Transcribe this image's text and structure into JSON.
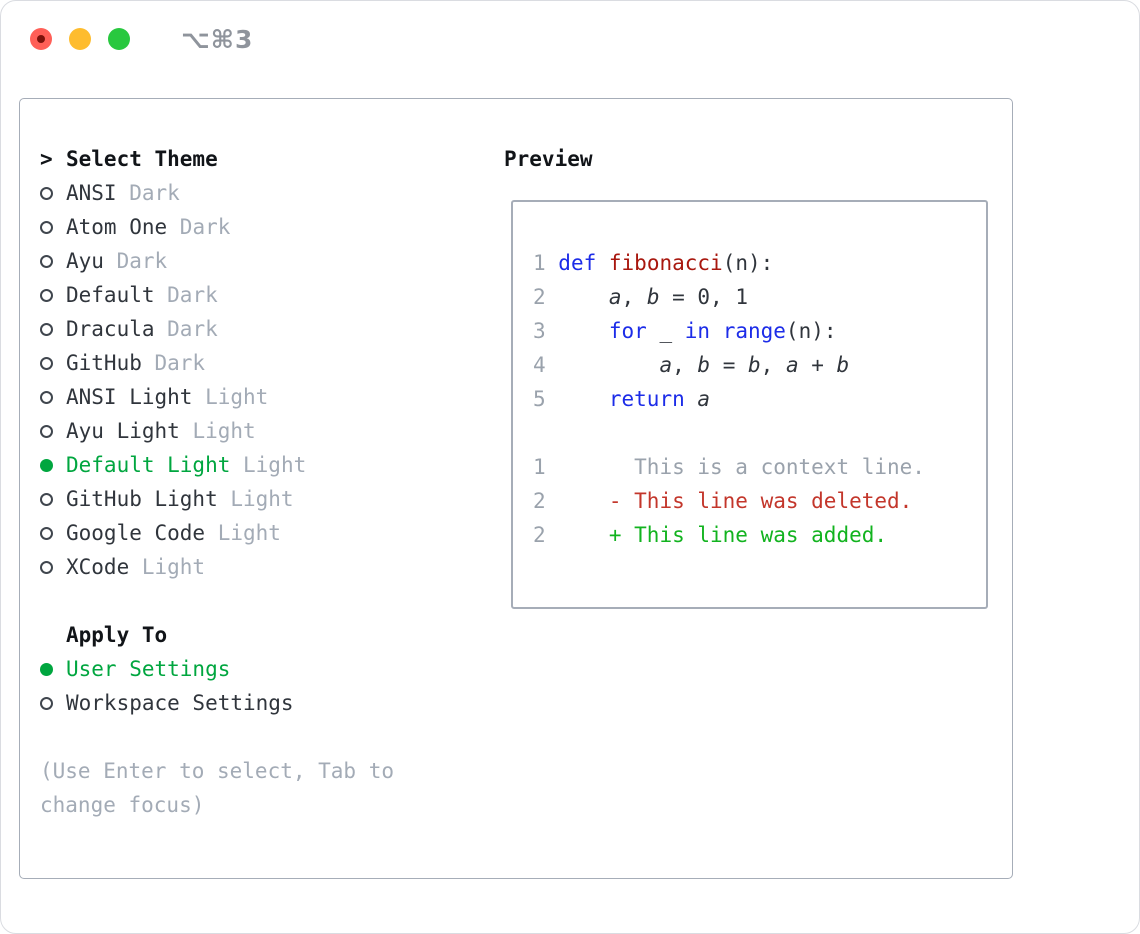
{
  "window": {
    "title": "⌥⌘3",
    "traffic_lights": [
      "close",
      "minimize",
      "zoom"
    ]
  },
  "theme_panel": {
    "header": {
      "prefix": ">",
      "label": "Select Theme"
    },
    "themes": [
      {
        "name": "ANSI",
        "variant": "Dark",
        "selected": false
      },
      {
        "name": "Atom One",
        "variant": "Dark",
        "selected": false
      },
      {
        "name": "Ayu",
        "variant": "Dark",
        "selected": false
      },
      {
        "name": "Default",
        "variant": "Dark",
        "selected": false
      },
      {
        "name": "Dracula",
        "variant": "Dark",
        "selected": false
      },
      {
        "name": "GitHub",
        "variant": "Dark",
        "selected": false
      },
      {
        "name": "ANSI Light",
        "variant": "Light",
        "selected": false
      },
      {
        "name": "Ayu Light",
        "variant": "Light",
        "selected": false
      },
      {
        "name": "Default Light",
        "variant": "Light",
        "selected": true
      },
      {
        "name": "GitHub Light",
        "variant": "Light",
        "selected": false
      },
      {
        "name": "Google Code",
        "variant": "Light",
        "selected": false
      },
      {
        "name": "XCode",
        "variant": "Light",
        "selected": false
      }
    ],
    "apply_to": {
      "label": "Apply To",
      "options": [
        {
          "label": "User Settings",
          "selected": true
        },
        {
          "label": "Workspace Settings",
          "selected": false
        }
      ]
    },
    "help_text": "(Use Enter to select, Tab to change focus)"
  },
  "preview": {
    "label": "Preview",
    "code_lines": [
      {
        "num": "1",
        "segments": [
          {
            "cls": "kw",
            "text": "def"
          },
          {
            "text": " "
          },
          {
            "cls": "fn",
            "text": "fibonacci"
          },
          {
            "text": "(n):"
          }
        ]
      },
      {
        "num": "2",
        "segments": [
          {
            "text": "    "
          },
          {
            "cls": "v",
            "text": "a"
          },
          {
            "text": ", "
          },
          {
            "cls": "v",
            "text": "b"
          },
          {
            "text": " = 0, 1"
          }
        ]
      },
      {
        "num": "3",
        "segments": [
          {
            "text": "    "
          },
          {
            "cls": "kw",
            "text": "for"
          },
          {
            "text": " _ "
          },
          {
            "cls": "kw",
            "text": "in"
          },
          {
            "text": " "
          },
          {
            "cls": "kw",
            "text": "range"
          },
          {
            "text": "(n):"
          }
        ]
      },
      {
        "num": "4",
        "segments": [
          {
            "text": "        "
          },
          {
            "cls": "v",
            "text": "a"
          },
          {
            "text": ", "
          },
          {
            "cls": "v",
            "text": "b"
          },
          {
            "text": " = "
          },
          {
            "cls": "v",
            "text": "b"
          },
          {
            "text": ", "
          },
          {
            "cls": "v",
            "text": "a"
          },
          {
            "text": " + "
          },
          {
            "cls": "v",
            "text": "b"
          }
        ]
      },
      {
        "num": "5",
        "segments": [
          {
            "text": "    "
          },
          {
            "cls": "kw",
            "text": "return"
          },
          {
            "text": " "
          },
          {
            "cls": "v",
            "text": "a"
          }
        ]
      },
      {
        "blank": true
      },
      {
        "num": "1",
        "segments": [
          {
            "cls": "ctx",
            "text": "      This is a context line."
          }
        ]
      },
      {
        "num": "2",
        "segments": [
          {
            "cls": "del",
            "text": "    - This line was deleted."
          }
        ]
      },
      {
        "num": "2",
        "segments": [
          {
            "cls": "add",
            "text": "    + This line was added."
          }
        ]
      }
    ]
  },
  "colors": {
    "accent_green": "#00a63f",
    "keyword_blue": "#1c2ce8",
    "function_red": "#a8170e",
    "deleted_red": "#c3362b",
    "added_green": "#12b31f",
    "muted_gray": "#a3abb6",
    "text_dark": "#30353c",
    "border_gray": "#a6adb8",
    "traffic_red": "#ff5f57",
    "traffic_yellow": "#febc2e",
    "traffic_green": "#28c83f"
  }
}
